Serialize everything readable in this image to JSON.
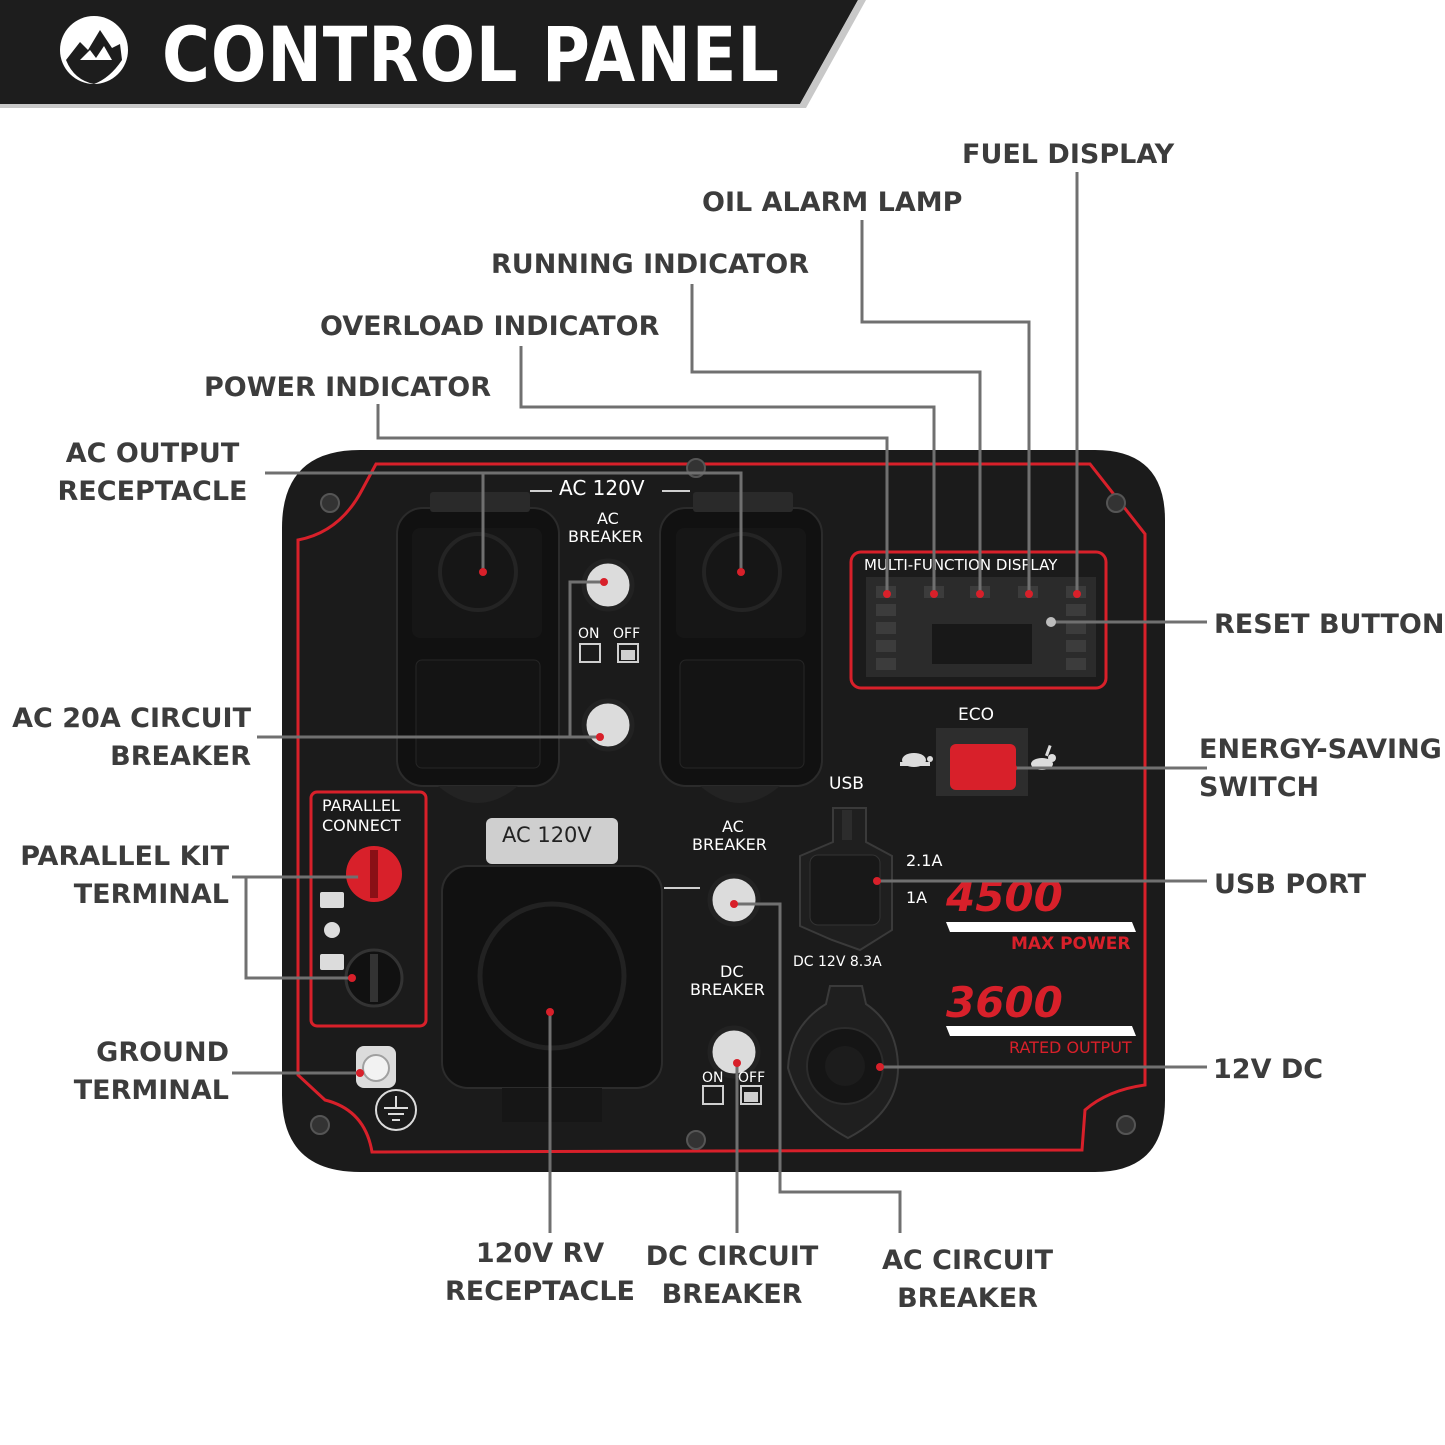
{
  "header": {
    "title": "CONTROL PANEL",
    "logo_icon": "mountain-moon-logo-icon"
  },
  "colors": {
    "banner": "#1d1d1d",
    "panel": "#1b1b1b",
    "accent_red": "#d8202a",
    "callout_text": "#3c3c3c",
    "leader_line": "#707070"
  },
  "callouts": {
    "fuel_display": "FUEL DISPLAY",
    "oil_alarm_lamp": "OIL ALARM LAMP",
    "running_indicator": "RUNNING INDICATOR",
    "overload_indicator": "OVERLOAD INDICATOR",
    "power_indicator": "POWER INDICATOR",
    "ac_output_receptacle": [
      "AC OUTPUT",
      "RECEPTACLE"
    ],
    "reset_button": "RESET BUTTON",
    "ac_20a_circuit_breaker": [
      "AC 20A CIRCUIT",
      "BREAKER"
    ],
    "energy_saving_switch": [
      "ENERGY-SAVING",
      "SWITCH"
    ],
    "parallel_kit_terminal": [
      "PARALLEL KIT",
      "TERMINAL"
    ],
    "usb_port": "USB PORT",
    "ground_terminal": [
      "GROUND",
      "TERMINAL"
    ],
    "dc_12v": "12V DC",
    "rv_receptacle": [
      "120V RV",
      "RECEPTACLE"
    ],
    "dc_circuit_breaker": [
      "DC CIRCUIT",
      "BREAKER"
    ],
    "ac_circuit_breaker": [
      "AC CIRCUIT",
      "BREAKER"
    ]
  },
  "panel": {
    "ac_120v_top": "AC 120V",
    "ac_breaker_top": [
      "AC",
      "BREAKER"
    ],
    "on": "ON",
    "off": "OFF",
    "multi_function_display": "MULTI-FUNCTION DISPLAY",
    "eco": "ECO",
    "usb": "USB",
    "usb_21a": "2.1A",
    "usb_1a": "1A",
    "max_power_value": "4500",
    "max_power_label": "MAX POWER",
    "rated_output_value": "3600",
    "rated_output_label": "RATED OUTPUT",
    "parallel_connect": [
      "PARALLEL",
      "CONNECT"
    ],
    "ac_120v_rv": "AC 120V",
    "ac_breaker_mid": [
      "AC",
      "BREAKER"
    ],
    "dc_breaker": [
      "DC",
      "BREAKER"
    ],
    "dc_rating": "DC 12V 8.3A",
    "turtle_icon": "turtle-icon",
    "rabbit_icon": "rabbit-icon",
    "ground_icon": "ground-symbol-icon"
  }
}
